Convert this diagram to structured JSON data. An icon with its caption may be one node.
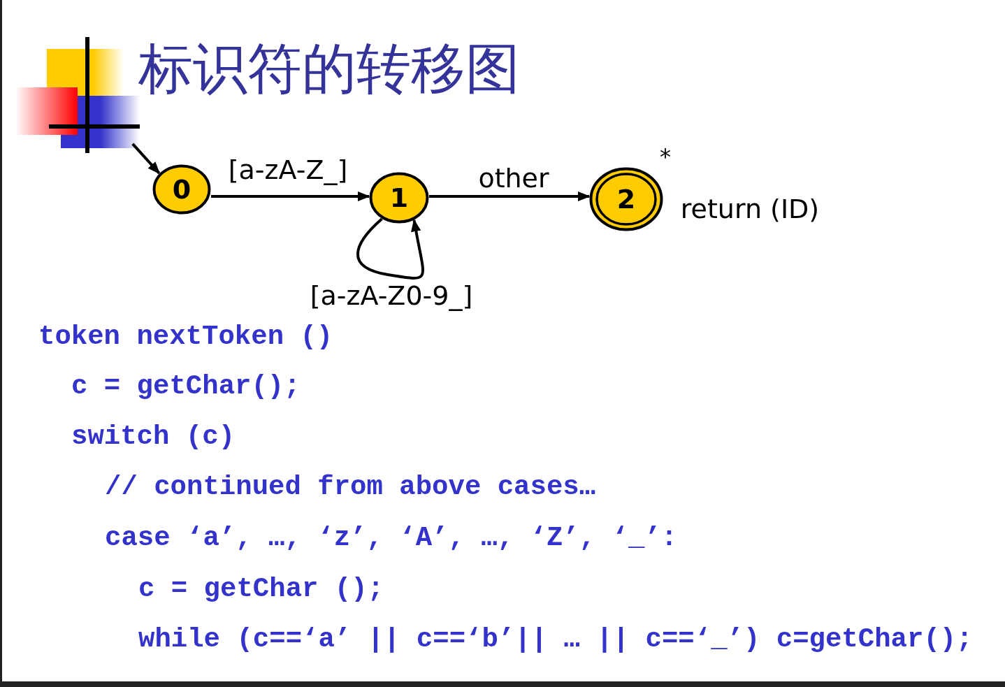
{
  "diagram": {
    "title": "标识符的转移图",
    "nodes": [
      {
        "text": [
          "0"
        ]
      },
      {
        "text": [
          "1"
        ]
      },
      {
        "text": [
          "2"
        ],
        "beside": [
          "*",
          "return (ID)"
        ]
      }
    ],
    "edges": [
      {
        "from": null,
        "to": 0,
        "arrow": "to"
      },
      {
        "from": 0,
        "to": 1,
        "arrow": "to",
        "label": "[a-zA-Z_]"
      },
      {
        "from": 1,
        "to": 2,
        "arrow": "to",
        "label": "other"
      },
      {
        "from": 1,
        "to": 1,
        "arrow": "to",
        "label": "[a-zA-Z0-9_]"
      }
    ],
    "labels": [
      "token nextToken ()",
      "c = getChar();",
      "switch (c)",
      "// continued from above cases…",
      "case ‘a’, …, ‘z’, ‘A’, …, ‘Z’, ‘_’:",
      "c = getChar ();",
      "while (c==‘a’ || c==‘b’|| … || c==‘_’) c=getChar();"
    ]
  }
}
